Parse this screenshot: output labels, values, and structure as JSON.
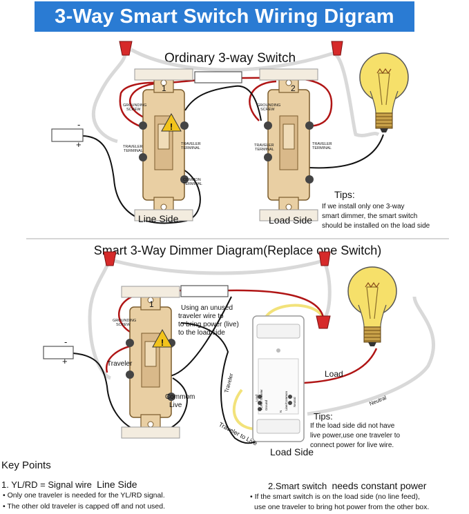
{
  "title": "3-Way Smart Switch Wiring Digram",
  "top_diagram": {
    "title": "Ordinary 3-way Switch",
    "switch1_number": "1",
    "switch2_number": "2",
    "grounding_screw": [
      "GROUNDING",
      "SCREW"
    ],
    "traveler_terminal": [
      "TRAVELER",
      "TERMINAL"
    ],
    "common_terminal": [
      "COMMON",
      "TERMINAL"
    ],
    "minus": "-",
    "plus": "+",
    "line_side": "Line Side",
    "load_side": "Load Side",
    "tips_title": "Tips:",
    "tips_lines": [
      "If we install only one 3-way",
      "smart dimmer, the smart switch",
      "should be installed on the load side"
    ]
  },
  "bottom_diagram": {
    "title": "Smart 3-Way Dimmer Diagram(Replace one Switch)",
    "switch_number": "1",
    "grounding_screw": [
      "GROUNDING",
      "SCREW"
    ],
    "traveler": "Traveler",
    "common_live": [
      "Commom",
      "Live"
    ],
    "minus": "-",
    "plus": "+",
    "note_lines": [
      "Using an unused",
      "traveler wire to",
      "to bring power (live)",
      "to the load side"
    ],
    "traveler_vertical": "Traveler",
    "traveler_to_live": "Traveler to Live",
    "load": "Load",
    "neutral": "Neutral",
    "load_side": "Load Side",
    "terminal_labels": [
      "Load",
      "YL/RD Traveler",
      "Ground",
      "N",
      "Line/Common",
      "Neutral"
    ],
    "tips_title": "Tips:",
    "tips_lines": [
      "If the load side did not have",
      "live power,use one traveler to",
      "connect power for live wire."
    ]
  },
  "key_points": {
    "heading": "Key Points",
    "point1": "1. YL/RD = Signal wire",
    "point1_suffix": "Line Side",
    "bullets_left": [
      "• Only one traveler is needed for the YL/RD signal.",
      "• The other old traveler is capped off and not used."
    ],
    "point2": "2.Smart switch",
    "point2_suffix": "needs constant power",
    "bullets_right": [
      "• If the smart switch is on the load side (no line feed),",
      "use one traveler to bring hot power from the other box."
    ]
  },
  "colors": {
    "banner": "#2a7bd3",
    "hot_wire": "#b01515",
    "signal_wire": "#f2e27a",
    "neutral_wire": "#d9d9d9",
    "bulb": "#f6e06a",
    "switch_body": "#e9cfa3",
    "wire_nut": "#d62a2a"
  }
}
